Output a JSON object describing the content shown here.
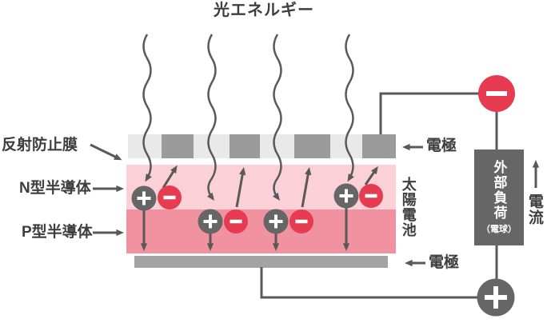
{
  "title": "光エネルギー",
  "layer_labels": {
    "antireflection_film": "反射防止膜",
    "n_semiconductor": "N型半導体",
    "p_semiconductor": "P型半導体"
  },
  "electrode_labels": {
    "top": "電極",
    "bottom": "電極"
  },
  "cell_label": "太陽電池",
  "load_box": {
    "main": "外部負荷",
    "sub": "（電球）"
  },
  "current_label": "電流",
  "terminals": {
    "negative_symbol": "−",
    "positive_symbol": "＋"
  },
  "carriers": {
    "positive_symbol": "＋",
    "negative_symbol": "−",
    "pair_count": 4,
    "pair_layers": [
      "N型半導体",
      "P型半導体",
      "P型半導体",
      "N型半導体"
    ],
    "light_wave_count": 4
  },
  "colors": {
    "negative_red": "#e73b51",
    "positive_dark_gray": "#666666",
    "wire_gray": "#595959",
    "electrode_block_gray": "#9b9b9b",
    "bottom_electrode_gray": "#a3a3a3",
    "antireflection_gray": "#e9e9e9",
    "n_layer_pink": "#fbd0d7",
    "p_layer_pink": "#f0929f",
    "text_color": "#3e3e3e",
    "background": "#ffffff"
  }
}
